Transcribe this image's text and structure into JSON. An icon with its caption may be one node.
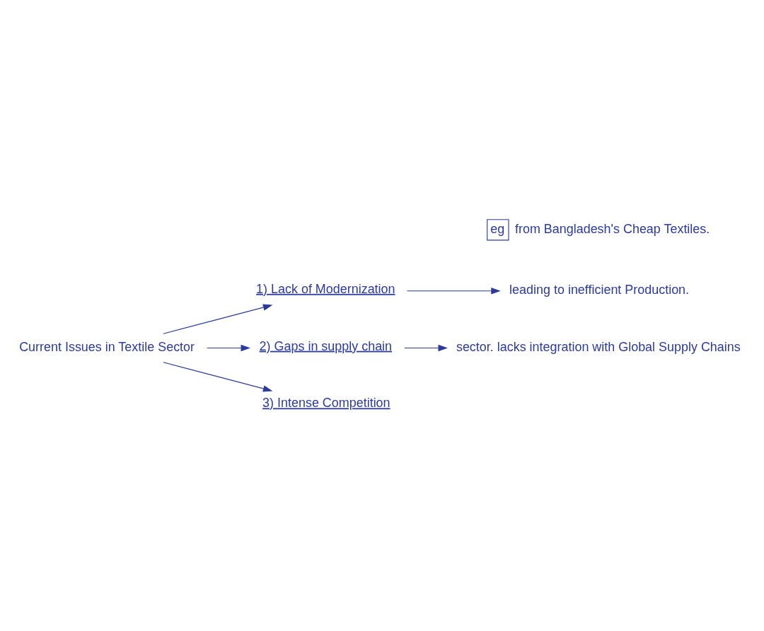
{
  "diagram": {
    "nodes": [
      {
        "text": [
          "Current Issues in Textile Sector"
        ]
      },
      {
        "text": [
          "1) Lack of Modernization"
        ]
      },
      {
        "text": [
          "leading to inefficient Production."
        ]
      },
      {
        "text": [
          "2) Gaps in supply chain"
        ]
      },
      {
        "text": [
          "sector. lacks integration with Global Supply Chains"
        ]
      },
      {
        "text": [
          "3) Intense Competition"
        ]
      },
      {
        "text": [
          "eg"
        ],
        "beside": [
          "from Bangladesh's Cheap Textiles."
        ]
      }
    ],
    "edges": [
      {
        "from": 0,
        "to": 1,
        "arrow": "to"
      },
      {
        "from": 1,
        "to": 2,
        "arrow": "to"
      },
      {
        "from": 0,
        "to": 3,
        "arrow": "to"
      },
      {
        "from": 3,
        "to": 4,
        "arrow": "to"
      },
      {
        "from": 0,
        "to": 5,
        "arrow": "to"
      }
    ]
  }
}
